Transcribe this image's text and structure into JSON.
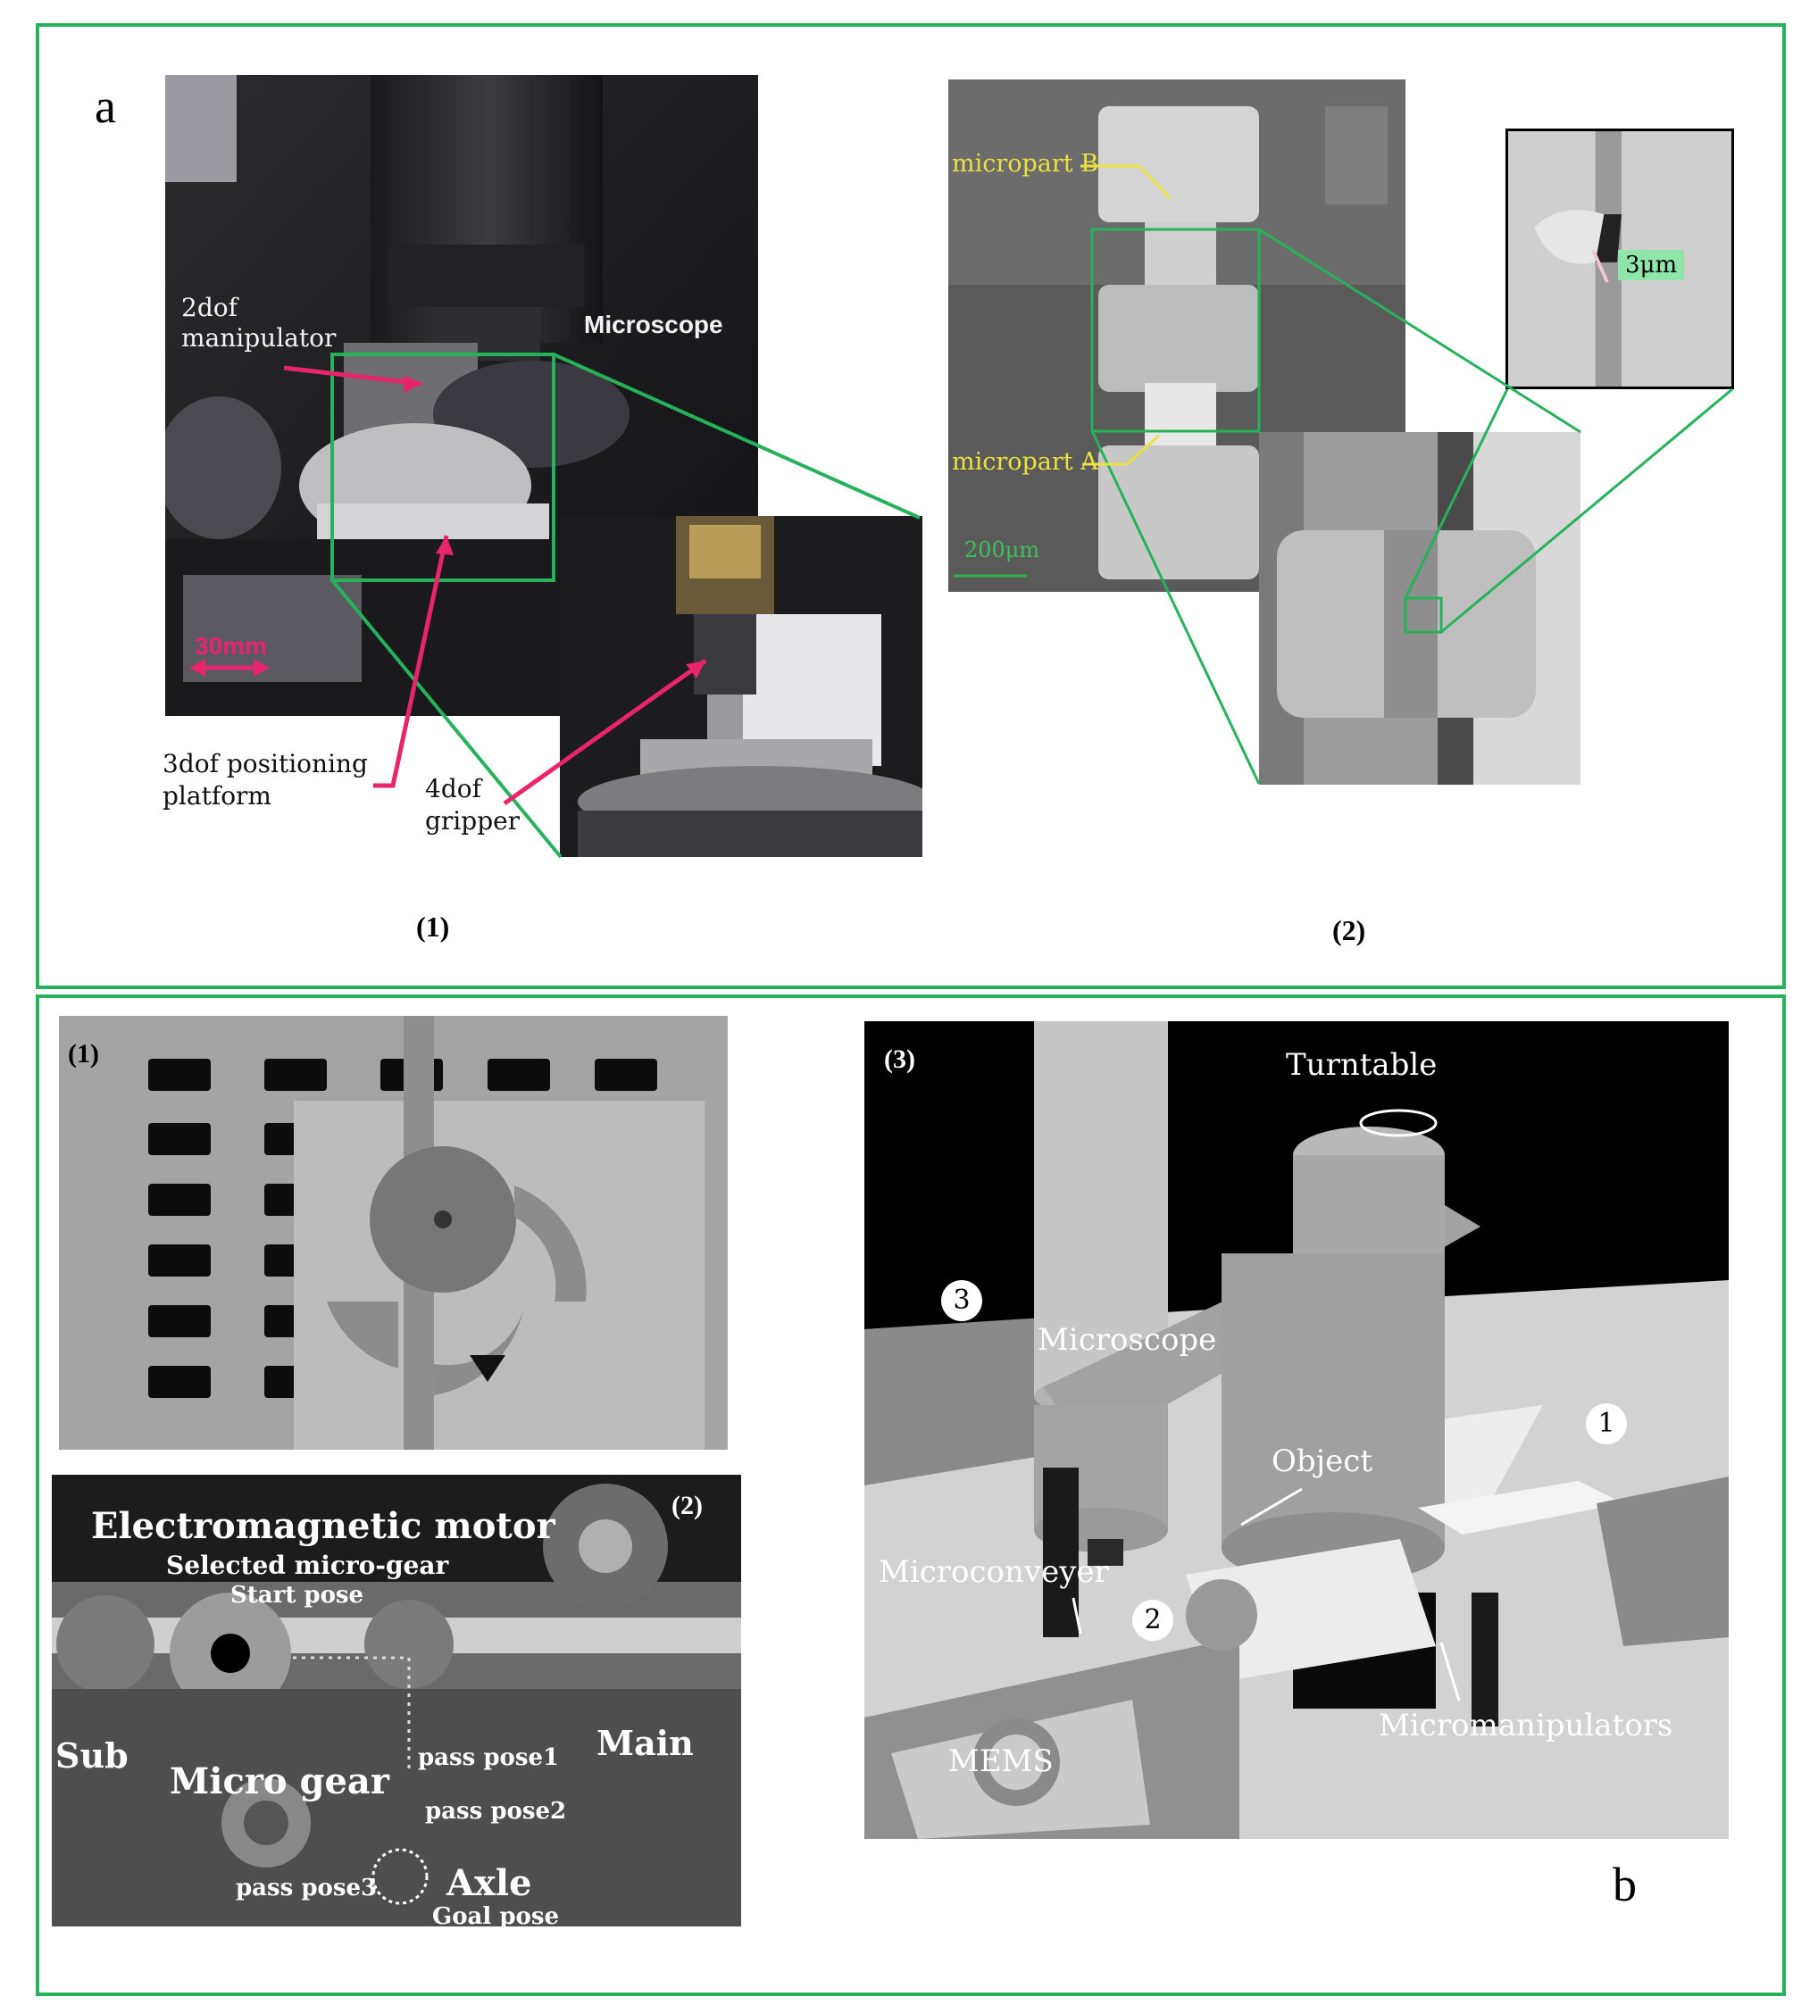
{
  "panel_a": {
    "letter": "a",
    "sub1": {
      "caption": "(1)",
      "labels": {
        "manipulator": "2dof\nmanipulator",
        "microscope": "Microscope",
        "scale": "30mm",
        "platform": "3dof positioning\nplatform",
        "gripper": "4dof\ngripper"
      }
    },
    "sub2": {
      "caption": "(2)",
      "labels": {
        "micropart_b": "micropart B",
        "micropart_a": "micropart A",
        "scale": "200μm",
        "gap": "3μm"
      }
    }
  },
  "panel_b": {
    "letter": "b",
    "sub1": {
      "tag": "(1)"
    },
    "sub2": {
      "tag": "(2)",
      "labels": {
        "title": "Electromagnetic motor",
        "selected": "Selected micro-gear",
        "start_pose": "Start pose",
        "sub": "Sub",
        "main": "Main",
        "micro_gear": "Micro gear",
        "pass1": "pass pose1",
        "pass2": "pass pose2",
        "pass3": "pass pose3",
        "axle": "Axle",
        "goal_pose": "Goal pose"
      }
    },
    "sub3": {
      "tag": "(3)",
      "labels": {
        "turntable": "Turntable",
        "microscope": "Microscope",
        "object": "Object",
        "microconveyer": "Microconveyer",
        "micromanipulators": "Micromanipulators",
        "mems": "MEMS",
        "n1": "1",
        "n2": "2",
        "n3": "3"
      }
    }
  },
  "colors": {
    "frame": "#26b25a",
    "callout_arrow": "#e8246a",
    "sem_label": "#e9e23f"
  }
}
